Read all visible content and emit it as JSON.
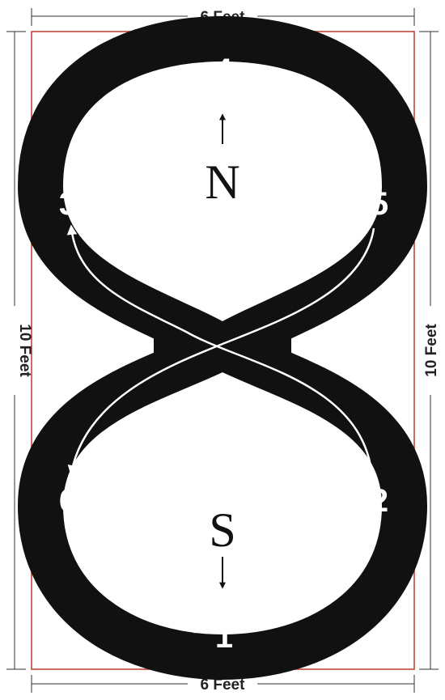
{
  "dimensions": {
    "top": "6 Feet",
    "bottom": "6 Feet",
    "left": "10 Feet",
    "right": "10 Feet"
  },
  "compass": {
    "north": "N",
    "south": "S"
  },
  "stations": [
    "1",
    "2",
    "3",
    "4",
    "5",
    "6"
  ],
  "colors": {
    "track": "#111111",
    "path_line": "#ffffff",
    "border": "#c0392b",
    "dimension_line": "#333333"
  }
}
